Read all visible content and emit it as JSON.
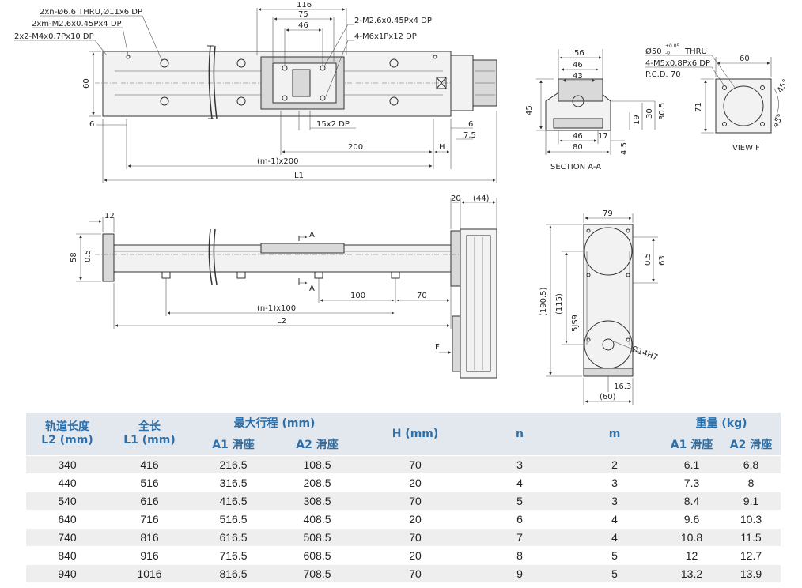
{
  "drawing": {
    "top_view": {
      "callouts": [
        "2xn-Ø6.6 THRU,Ø11x6 DP",
        "2xm-M2.6x0.45Px4 DP",
        "2x2-M4x0.7Px10 DP",
        "2-M2.6x0.45Px4 DP",
        "4-M6x1Px12 DP"
      ],
      "dims": {
        "d116": "116",
        "d75": "75",
        "d46": "46",
        "d60": "60",
        "d6a": "6",
        "d15": "15x2 DP",
        "d6b": "6",
        "d75b": "7.5",
        "d200": "200",
        "dH": "H",
        "dm": "(m-1)x200",
        "dL1": "L1"
      }
    },
    "section_aa": {
      "dims": {
        "d56": "56",
        "d46": "46",
        "d43": "43",
        "d45": "45",
        "d19": "19",
        "d30": "30",
        "d305": "30.5",
        "d46b": "46",
        "d17": "17",
        "d80": "80",
        "d45b": "4.5"
      },
      "label": "SECTION A-A"
    },
    "view_f": {
      "callouts": [
        "Ø50",
        "+0.05",
        "-0",
        "THRU",
        "4-M5x0.8Px6 DP",
        "P.C.D. 70"
      ],
      "dims": {
        "d60": "60",
        "d71": "71",
        "a45a": "45°",
        "a45b": "45°"
      },
      "label": "VIEW F"
    },
    "side_view": {
      "dims": {
        "d12": "12",
        "d58": "58",
        "d05": "0.5",
        "d20": "20",
        "d44": "(44)",
        "d100": "100",
        "d70": "70",
        "dn": "(n-1)x100",
        "dL2": "L2"
      },
      "labels": {
        "a1": "A",
        "a2": "A",
        "f": "F"
      }
    },
    "end_view": {
      "dims": {
        "d79": "79",
        "d05": "0.5",
        "d63": "63",
        "d1905": "(190.5)",
        "d115": "(115)",
        "d59": "5JS9",
        "d14": "Ø14H7",
        "d163": "16.3",
        "d60": "(60)"
      }
    }
  },
  "table": {
    "headers": {
      "l2": [
        "轨道长度",
        "L2 (mm)"
      ],
      "l1": [
        "全长",
        "L1 (mm)"
      ],
      "stroke": "最大行程 (mm)",
      "stroke_a1": "A1 滑座",
      "stroke_a2": "A2 滑座",
      "h": "H (mm)",
      "n": "n",
      "m": "m",
      "weight": "重量 (kg)",
      "weight_a1": "A1 滑座",
      "weight_a2": "A2 滑座"
    },
    "rows": [
      [
        "340",
        "416",
        "216.5",
        "108.5",
        "70",
        "3",
        "2",
        "6.1",
        "6.8"
      ],
      [
        "440",
        "516",
        "316.5",
        "208.5",
        "20",
        "4",
        "3",
        "7.3",
        "8"
      ],
      [
        "540",
        "616",
        "416.5",
        "308.5",
        "70",
        "5",
        "3",
        "8.4",
        "9.1"
      ],
      [
        "640",
        "716",
        "516.5",
        "408.5",
        "20",
        "6",
        "4",
        "9.6",
        "10.3"
      ],
      [
        "740",
        "816",
        "616.5",
        "508.5",
        "70",
        "7",
        "4",
        "10.8",
        "11.5"
      ],
      [
        "840",
        "916",
        "716.5",
        "608.5",
        "20",
        "8",
        "5",
        "12",
        "12.7"
      ],
      [
        "940",
        "1016",
        "816.5",
        "708.5",
        "70",
        "9",
        "5",
        "13.2",
        "13.9"
      ]
    ]
  }
}
